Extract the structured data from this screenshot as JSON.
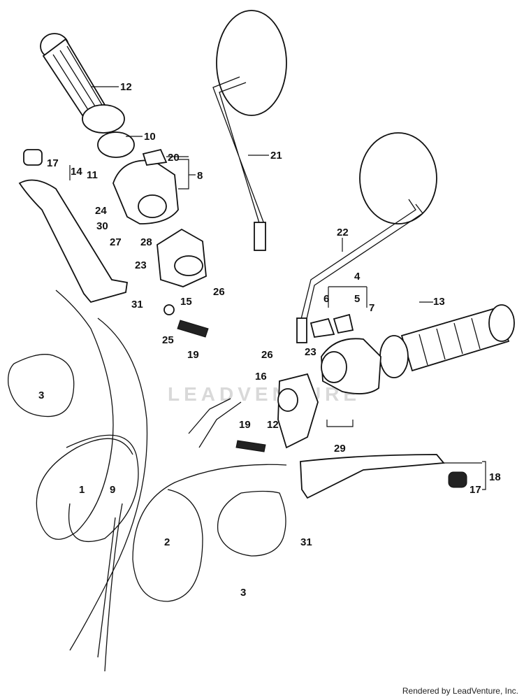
{
  "watermark": "LEADVENTURE",
  "footer": "Rendered by LeadVenture, Inc.",
  "callouts": [
    "1",
    "2",
    "3",
    "3",
    "4",
    "5",
    "6",
    "7",
    "8",
    "9",
    "10",
    "11",
    "12",
    "12",
    "13",
    "14",
    "15",
    "16",
    "17",
    "17",
    "18",
    "19",
    "19",
    "20",
    "21",
    "22",
    "23",
    "23",
    "24",
    "25",
    "26",
    "26",
    "27",
    "28",
    "29",
    "30",
    "31",
    "31"
  ],
  "colors": {
    "line": "#111111",
    "background": "#ffffff",
    "watermark": "#d9d9d9"
  }
}
